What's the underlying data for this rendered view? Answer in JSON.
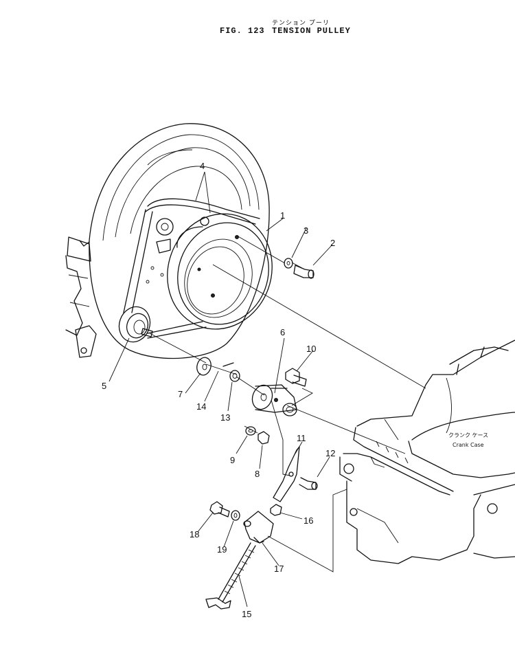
{
  "header": {
    "kana": "テンション プーリ",
    "fig": "FIG. 123",
    "name": "TENSION PULLEY"
  },
  "labels": {
    "crankcase_jp": "クランク ケース",
    "crankcase_en": "Crank Case"
  },
  "callouts": [
    "1",
    "2",
    "3",
    "4",
    "5",
    "6",
    "7",
    "8",
    "9",
    "10",
    "11",
    "12",
    "13",
    "14",
    "15",
    "16",
    "17",
    "18",
    "19"
  ]
}
